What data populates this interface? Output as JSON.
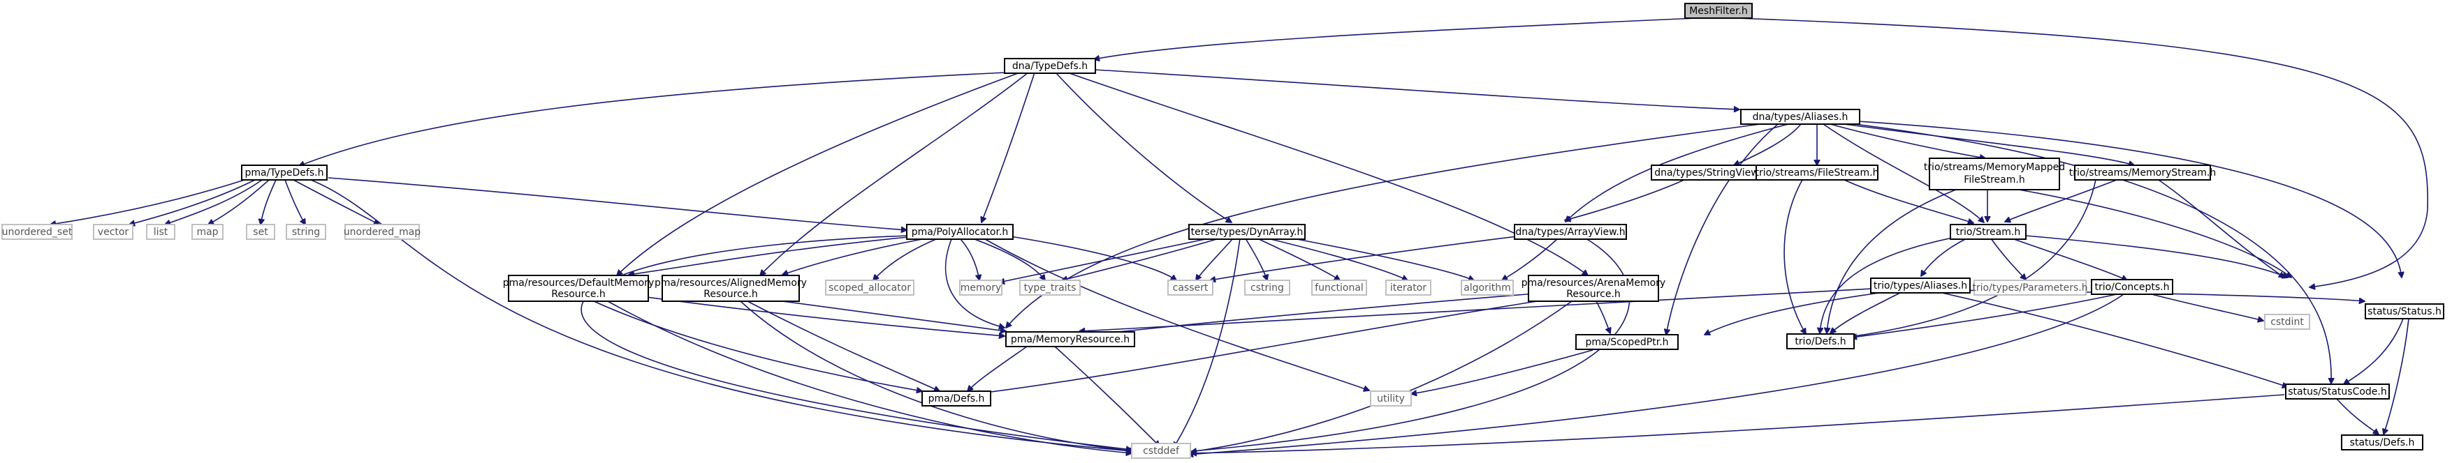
{
  "graph": {
    "nodes": {
      "MeshFilter": "MeshFilter.h",
      "dnaTypeDefs": "dna/TypeDefs.h",
      "dnaAliases": "dna/types/Aliases.h",
      "pmaTypeDefs": "pma/TypeDefs.h",
      "unordered_set": "unordered_set",
      "vector": "vector",
      "list": "list",
      "map": "map",
      "set": "set",
      "string": "string",
      "unordered_map": "unordered_map",
      "PolyAllocator": "pma/PolyAllocator.h",
      "DynArray": "terse/types/DynArray.h",
      "StringView": "dna/types/StringView.h",
      "FileStream": "trio/streams/FileStream.h",
      "MMFS_1": "trio/streams/MemoryMapped",
      "MMFS_2": "FileStream.h",
      "MemoryStream": "trio/streams/MemoryStream.h",
      "ArrayView": "dna/types/ArrayView.h",
      "Stream": "trio/Stream.h",
      "DefMR_1": "pma/resources/DefaultMemory",
      "DefMR_2": "Resource.h",
      "AlnMR_1": "pma/resources/AlignedMemory",
      "AlnMR_2": "Resource.h",
      "scoped_allocator": "scoped_allocator",
      "memory": "memory",
      "type_traits": "type_traits",
      "cassert": "cassert",
      "cstring": "cstring",
      "functional": "functional",
      "iterator": "iterator",
      "algorithm": "algorithm",
      "ArenaMR_1": "pma/resources/ArenaMemory",
      "ArenaMR_2": "Resource.h",
      "trioAliases": "trio/types/Aliases.h",
      "Parameters": "trio/types/Parameters.h",
      "Concepts": "trio/Concepts.h",
      "cstdint": "cstdint",
      "StatusH": "status/Status.h",
      "MemoryResource": "pma/MemoryResource.h",
      "ScopedPtr": "pma/ScopedPtr.h",
      "trioDefs": "trio/Defs.h",
      "pmaDefs": "pma/Defs.h",
      "utility": "utility",
      "StatusCode": "status/StatusCode.h",
      "cstddef": "cstddef",
      "statusDefs": "status/Defs.h"
    }
  },
  "colors": {
    "edge": "#191970",
    "root_fill": "#bfbfbf",
    "node_border": "#000000",
    "system_border": "#bfbfbf"
  }
}
